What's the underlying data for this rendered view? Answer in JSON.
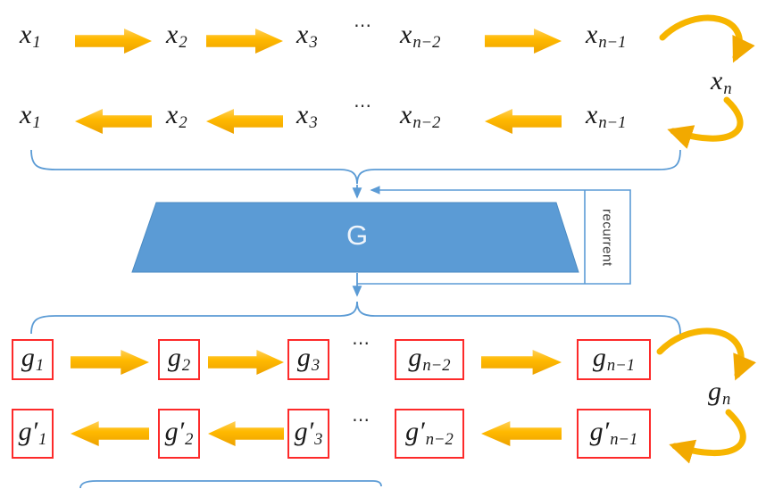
{
  "dots": "⋯",
  "top": {
    "forward": {
      "items": [
        {
          "b": "x",
          "s": "1"
        },
        {
          "b": "x",
          "s": "2"
        },
        {
          "b": "x",
          "s": "3"
        },
        {
          "b": "x",
          "s": "n−2"
        },
        {
          "b": "x",
          "s": "n−1"
        }
      ]
    },
    "backward": {
      "items": [
        {
          "b": "x",
          "s": "1"
        },
        {
          "b": "x",
          "s": "2"
        },
        {
          "b": "x",
          "s": "3"
        },
        {
          "b": "x",
          "s": "n−2"
        },
        {
          "b": "x",
          "s": "n−1"
        }
      ]
    },
    "loop": {
      "b": "x",
      "s": "n"
    }
  },
  "generator": {
    "label": "G",
    "recurrent_label": "recurrent"
  },
  "bottom": {
    "forward": {
      "items": [
        {
          "b": "g",
          "s": "1"
        },
        {
          "b": "g",
          "s": "2"
        },
        {
          "b": "g",
          "s": "3"
        },
        {
          "b": "g",
          "s": "n−2"
        },
        {
          "b": "g",
          "s": "n−1"
        }
      ]
    },
    "backward": {
      "items": [
        {
          "b": "g′",
          "s": "1"
        },
        {
          "b": "g′",
          "s": "2"
        },
        {
          "b": "g′",
          "s": "3"
        },
        {
          "b": "g′",
          "s": "n−2"
        },
        {
          "b": "g′",
          "s": "n−1"
        }
      ]
    },
    "loop": {
      "b": "g",
      "s": "n"
    }
  },
  "colors": {
    "arrow_orange": "#FFB900",
    "diagram_blue": "#5B9BD5",
    "box_red": "#FD2A2A",
    "text_dark": "#1A1A1A"
  }
}
